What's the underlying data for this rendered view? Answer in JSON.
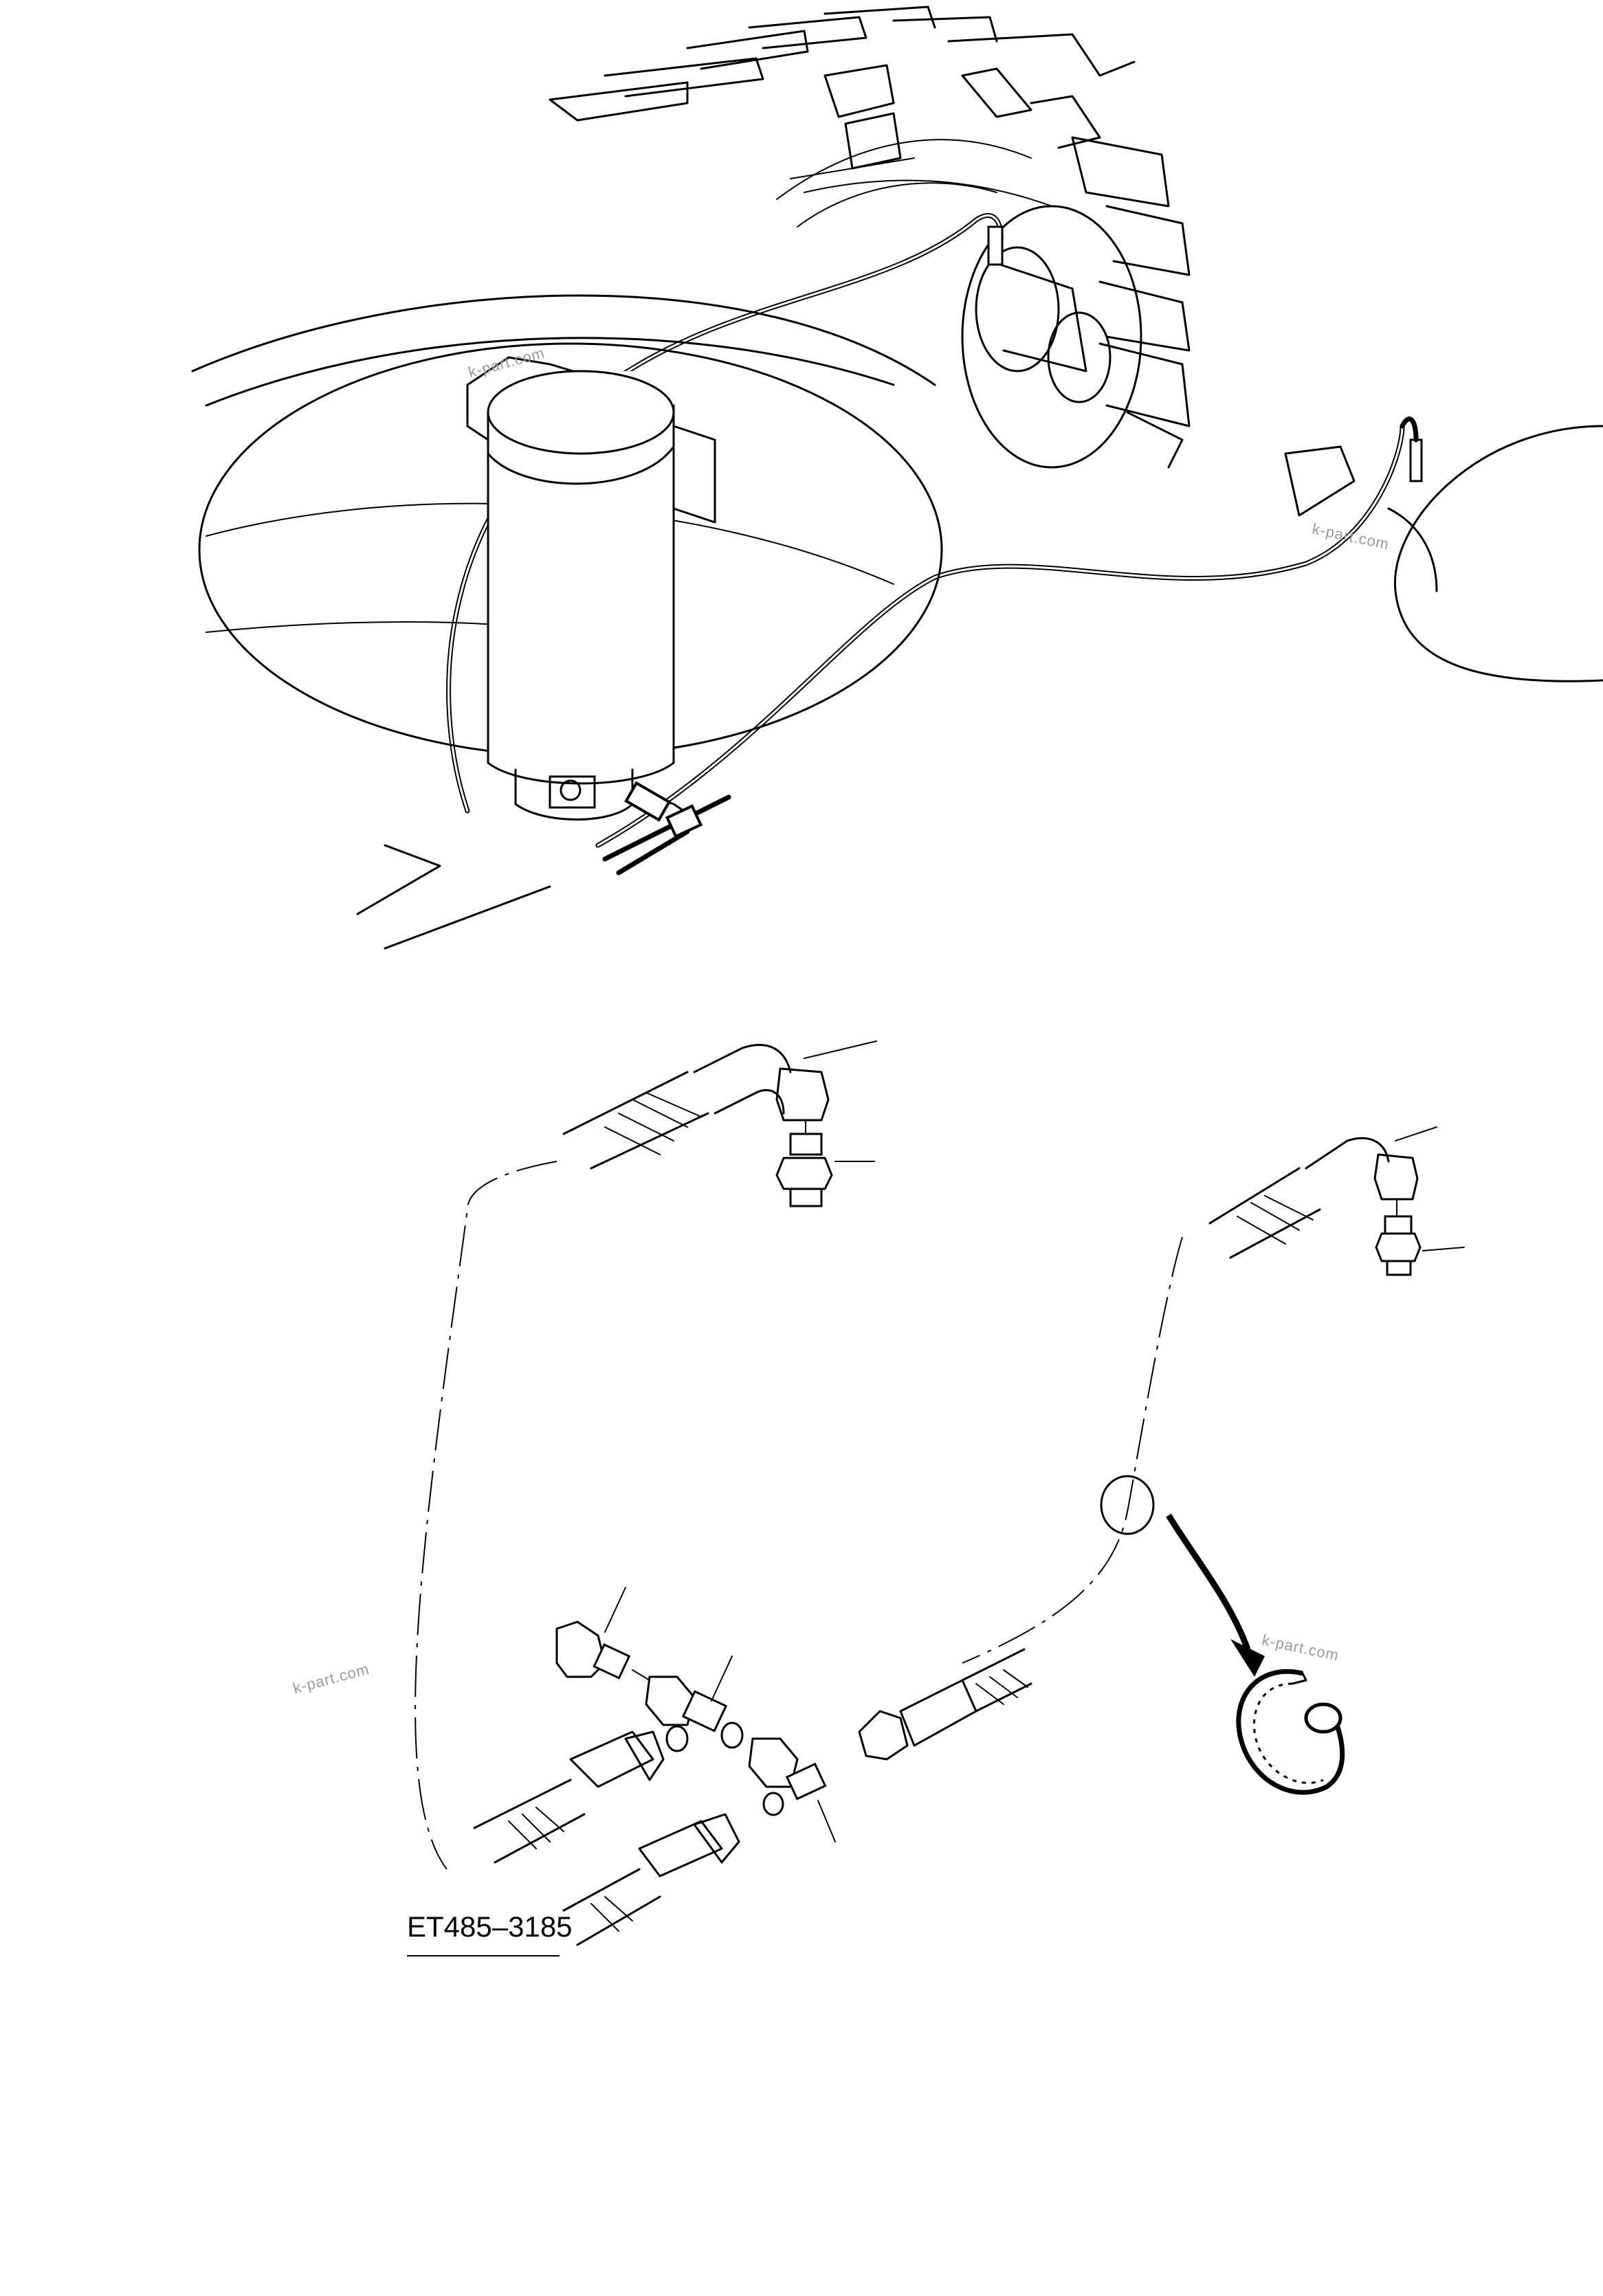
{
  "diagram": {
    "type": "exploded parts diagram",
    "subject": "Hydraulic hose routing from filter canister to wheel hubs with fittings and hose clamp",
    "reference_code": "ET485–3185",
    "watermarks": [
      {
        "text": "k-part.com",
        "position": "top-left near canister"
      },
      {
        "text": "k-part.com",
        "position": "top-right near hub"
      },
      {
        "text": "k-part.com",
        "position": "lower-left margin"
      },
      {
        "text": "k-part.com",
        "position": "lower-right near hose clamp"
      }
    ],
    "components": {
      "upper_view": [
        "tire-tread",
        "wheel-hub-left",
        "wheel-hub-right",
        "filter-canister",
        "hydraulic-hoses",
        "canister-fittings"
      ],
      "lower_view": [
        "elbow-hose-end-left",
        "adapter-fitting-left",
        "elbow-hose-end-right",
        "adapter-fitting-right",
        "straight-adapter",
        "tee-fitting",
        "elbow-fitting",
        "hose-assemblies",
        "detail-circle",
        "detail-arrow",
        "hose-clamp"
      ]
    },
    "callout_leaders": 6,
    "colors": {
      "line": "#000000",
      "background": "#ffffff",
      "watermark": "#9a9a9a"
    }
  }
}
